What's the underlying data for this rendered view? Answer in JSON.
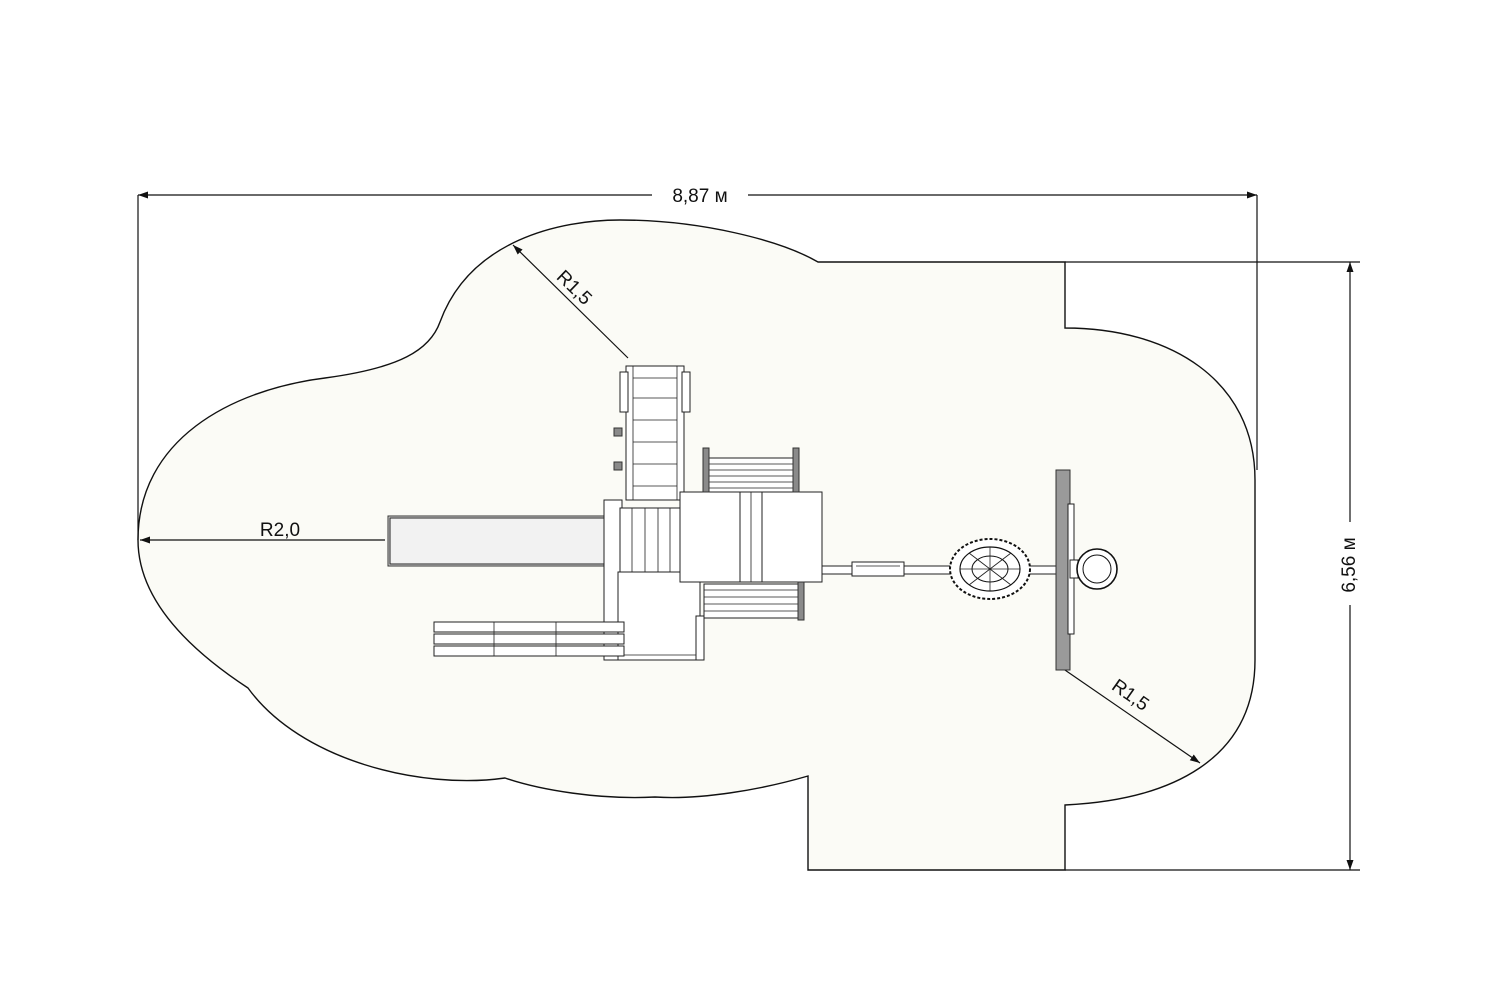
{
  "drawing": {
    "width_label": "8,87 м",
    "height_label": "6,56 м",
    "radius_slide": "R2,0",
    "radius_top": "R1,5",
    "radius_bottom": "R1,5"
  },
  "colors": {
    "background": "#ffffff",
    "safety_zone_fill": "#fbfbf6",
    "line": "#111111",
    "post": "#8a8a8a"
  }
}
